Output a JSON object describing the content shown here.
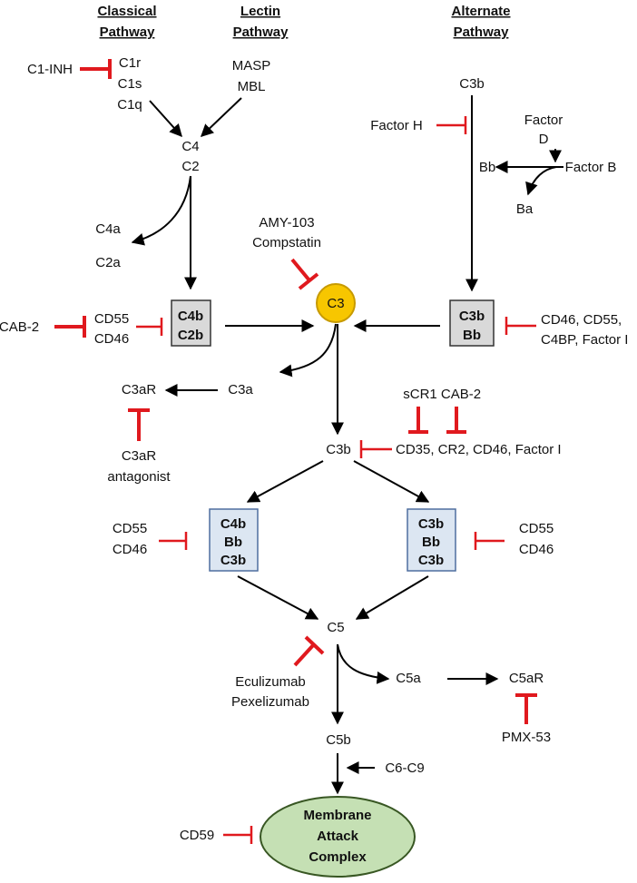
{
  "headers": {
    "classical": [
      "Classical",
      "Pathway"
    ],
    "lectin": [
      "Lectin",
      "Pathway"
    ],
    "alternate": [
      "Alternate",
      "Pathway"
    ]
  },
  "labels": {
    "c1inh": "C1-INH",
    "c1r": "C1r",
    "c1s": "C1s",
    "c1q": "C1q",
    "masp": "MASP",
    "mbl": "MBL",
    "c4": "C4",
    "c2": "C2",
    "c4a": "C4a",
    "c2a": "C2a",
    "c3b_alt": "C3b",
    "factor_h": "Factor H",
    "factor_d": [
      "Factor",
      "D"
    ],
    "bb": "Bb",
    "factor_b": "Factor B",
    "ba": "Ba",
    "amy103": [
      "AMY-103",
      "Compstatin"
    ],
    "c3": "C3",
    "cab2_left": "CAB-2",
    "cd55_cd46_left": [
      "CD55",
      "CD46"
    ],
    "c4b_c2b": [
      "C4b",
      "C2b"
    ],
    "c3b_bb": [
      "C3b",
      "Bb"
    ],
    "reg_right": [
      "CD46, CD55,",
      "C4BP, Factor I"
    ],
    "c3ar": "C3aR",
    "c3a": "C3a",
    "scr1": "sCR1",
    "cab2_mid": "CAB-2",
    "c3ar_antagonist": [
      "C3aR",
      "antagonist"
    ],
    "c3b_mid": "C3b",
    "cd35_group": "CD35, CR2, CD46, Factor I",
    "cd55_cd46_l2": [
      "CD55",
      "CD46"
    ],
    "c5conv_left": [
      "C4b",
      "Bb",
      "C3b"
    ],
    "c5conv_right": [
      "C3b",
      "Bb",
      "C3b"
    ],
    "cd55_cd46_r2": [
      "CD55",
      "CD46"
    ],
    "c5": "C5",
    "eculizumab": [
      "Eculizumab",
      "Pexelizumab"
    ],
    "c5a": "C5a",
    "c5ar": "C5aR",
    "pmx53": "PMX-53",
    "c5b": "C5b",
    "c6c9": "C6-C9",
    "cd59": "CD59",
    "mac": [
      "Membrane",
      "Attack",
      "Complex"
    ]
  },
  "colors": {
    "arrow": "#000000",
    "inhibitor": "#e0191e",
    "c3_fill": "#f7c600",
    "c3_stroke": "#c79a00",
    "convertase_grey": "#d9d9d9",
    "convertase_blue": "#dce6f2",
    "convertase_blue_stroke": "#4f6f9f",
    "mac_fill": "#c5e0b4",
    "mac_stroke": "#385723"
  }
}
